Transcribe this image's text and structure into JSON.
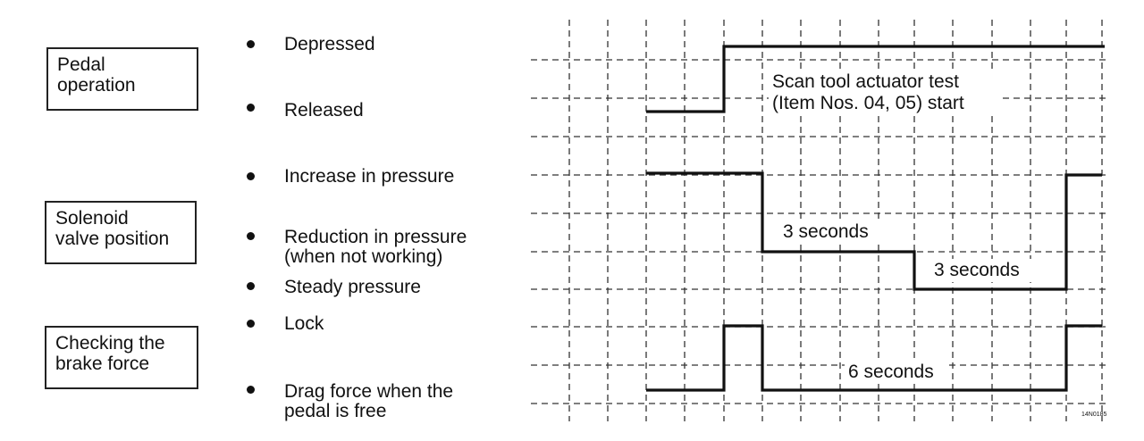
{
  "groups": [
    {
      "label": [
        "Pedal",
        "operation"
      ],
      "states": [
        [
          "Depressed"
        ],
        [
          "Released"
        ]
      ]
    },
    {
      "label": [
        "Solenoid",
        "valve position"
      ],
      "states": [
        [
          "Increase in pressure"
        ],
        [
          "Reduction in pressure",
          "(when not working)"
        ],
        [
          "Steady pressure"
        ]
      ]
    },
    {
      "label": [
        "Checking the",
        "brake force"
      ],
      "states": [
        [
          "Lock"
        ],
        [
          "Drag force when the",
          "pedal is free"
        ]
      ]
    }
  ],
  "annotations": {
    "scan_tool": [
      "Scan tool actuator test",
      "(Item Nos. 04, 05) start"
    ],
    "solenoid_step1": "3 seconds",
    "solenoid_step2": "3 seconds",
    "brake_duration": "6 seconds"
  },
  "figure_id": "14N0185"
}
